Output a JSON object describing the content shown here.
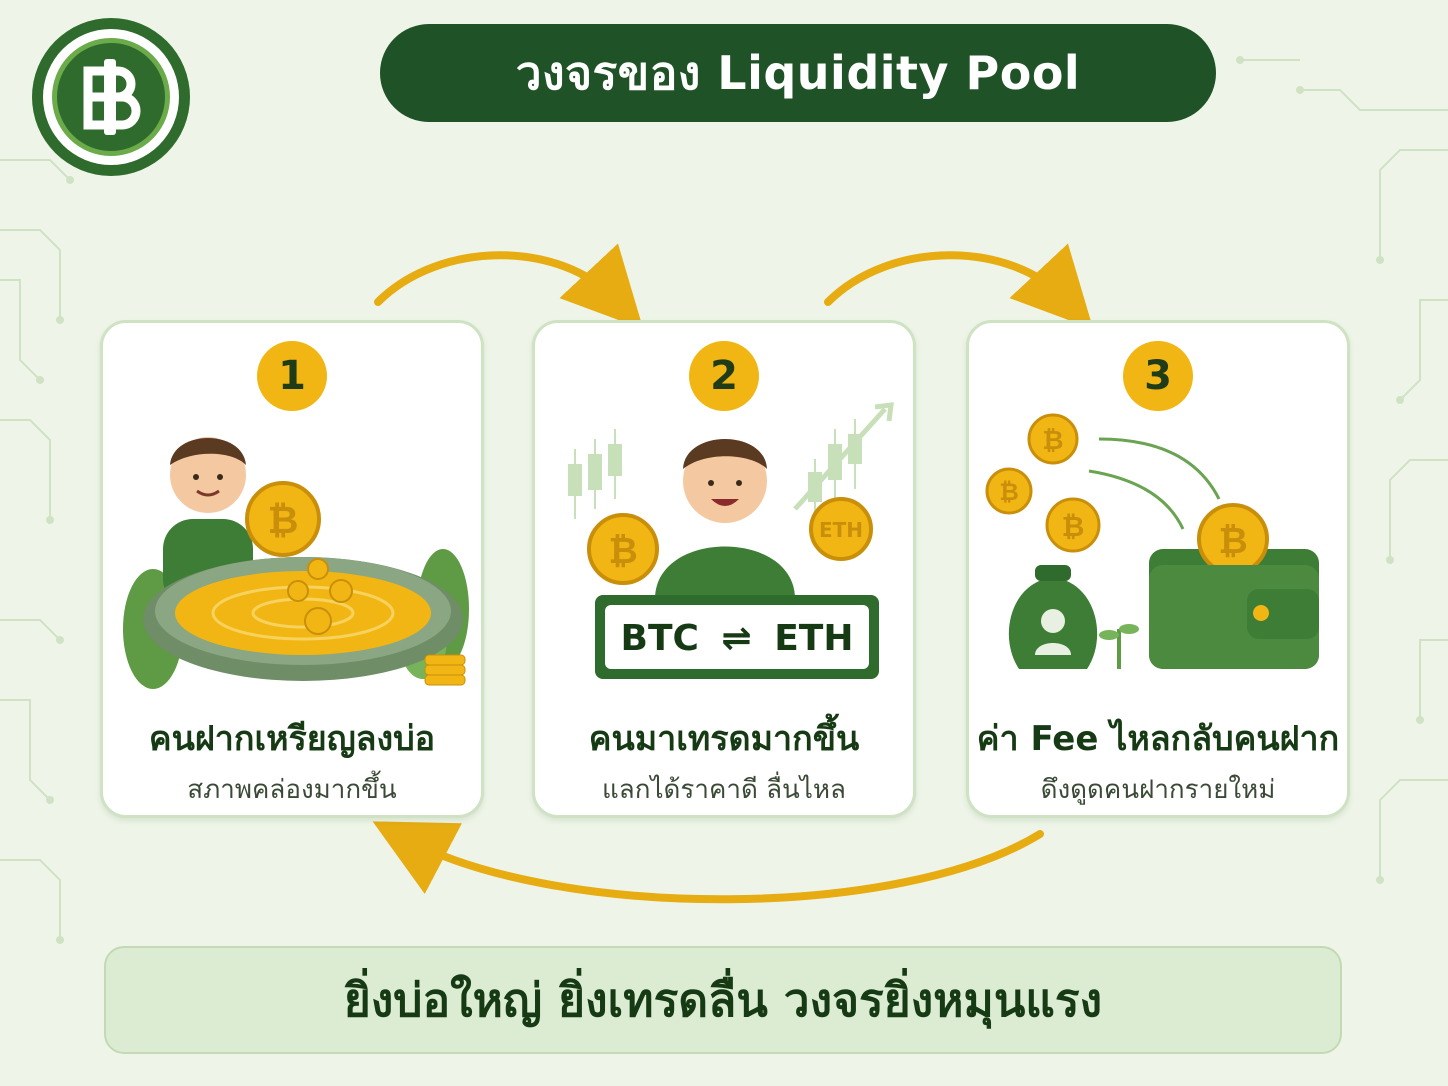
{
  "title": "วงจรของ Liquidity Pool",
  "logo": {
    "icon": "baht-icon"
  },
  "colors": {
    "dark_green": "#1f5226",
    "green": "#2f6b2c",
    "light_green_bg": "#eef5e8",
    "gold": "#f2b614",
    "card_border": "#cfe2c4"
  },
  "steps": [
    {
      "number": "1",
      "title": "คนฝากเหรียญลงบ่อ",
      "subtitle": "สภาพคล่องมากขึ้น"
    },
    {
      "number": "2",
      "title": "คนมาเทรดมากขึ้น",
      "subtitle": "แลกได้ราคาดี ลื่นไหล",
      "swap_label": {
        "left": "BTC",
        "symbol": "⇌",
        "right": "ETH"
      },
      "coin_left": "₿",
      "coin_right": "ETH"
    },
    {
      "number": "3",
      "title": "ค่า Fee ไหลกลับคนฝาก",
      "subtitle": "ดึงดูดคนฝากรายใหม่"
    }
  ],
  "footer": "ยิ่งบ่อใหญ่ ยิ่งเทรดลื่น วงจรยิ่งหมุนแรง"
}
